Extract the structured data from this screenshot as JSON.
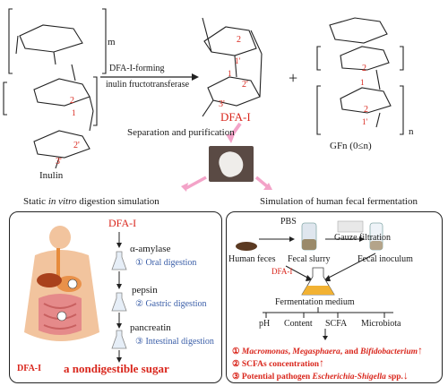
{
  "structures": {
    "inulin_label": "Inulin",
    "inulin_repeat": "m",
    "inulin_positions": {
      "p2": "2",
      "p1": "1",
      "p2p": "2'",
      "p3p": "3'"
    },
    "dfa_label": "DFA-I",
    "dfa_positions": {
      "p2": "2",
      "p1p": "1'",
      "p1": "1",
      "p2p": "2'",
      "p3p": "3'"
    },
    "gfn_label": "GFn (0≤n)",
    "gfn_positions": {
      "p2": "2",
      "p1": "1",
      "p2b": "2",
      "p1p": "1'"
    },
    "gfn_repeat": "n",
    "plus": "+"
  },
  "enzyme": {
    "line1": "DFA-I-forming",
    "line2": "inulin fructotransferase"
  },
  "separation": "Separation and purification",
  "panel_left": {
    "title_prefix": "Static ",
    "title_italic": "in vitro",
    "title_suffix": " digestion simulation",
    "dfa": "DFA-I",
    "steps": [
      {
        "enzyme": "α-amylase",
        "stage": "① Oral digestion"
      },
      {
        "enzyme": "pepsin",
        "stage": "② Gastric digestion"
      },
      {
        "enzyme": "pancreatin",
        "stage": "③ Intestinal digestion"
      }
    ],
    "result_dfa": "DFA-I",
    "result_text": "a nondigestible sugar"
  },
  "panel_right": {
    "title": "Simulation of human fecal fermentation",
    "pbs": "PBS",
    "gauze": "Gauze filtration",
    "human_feces": "Human feces",
    "fecal_slurry": "Fecal slurry",
    "fecal_inoculum": "Fecal inoculum",
    "dfa": "DFA-I",
    "medium": "Fermentation medium",
    "analyses": [
      "pH",
      "Content",
      "SCFA",
      "Microbiota"
    ],
    "results": [
      {
        "prefix": "① ",
        "italic1": "Macromonas",
        "mid1": ", ",
        "italic2": "Megasphaera",
        "mid2": ", and ",
        "italic3": "Bifidobacterium",
        "arrow": "↑"
      },
      {
        "prefix": "② SCFAs concentration",
        "arrow": "↑"
      },
      {
        "prefix": "③ Potential pathogen ",
        "italic1": "Escherichia-Shigella",
        "suffix": " spp.",
        "arrow": "↓"
      }
    ]
  },
  "colors": {
    "red": "#d9261c",
    "blue": "#3a5ea8",
    "pink": "#f3a3c8",
    "medium": "#f2b233"
  }
}
